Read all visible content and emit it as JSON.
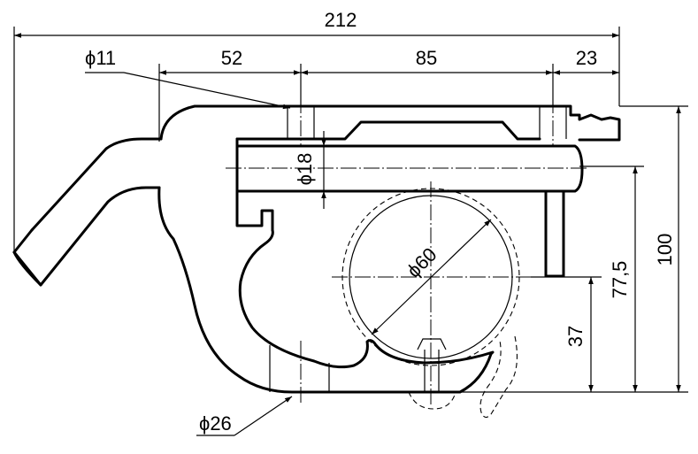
{
  "dimensions": {
    "overall_length": "212",
    "segment_left": "52",
    "segment_middle": "85",
    "segment_right": "23",
    "hole_small": "ϕ11",
    "pin_diameter": "ϕ18",
    "bore_diameter": "ϕ60",
    "lower_hole": "ϕ26",
    "height_total": "100",
    "height_axis": "77,5",
    "height_center": "37"
  },
  "colors": {
    "line": "#000000",
    "background": "#ffffff"
  }
}
